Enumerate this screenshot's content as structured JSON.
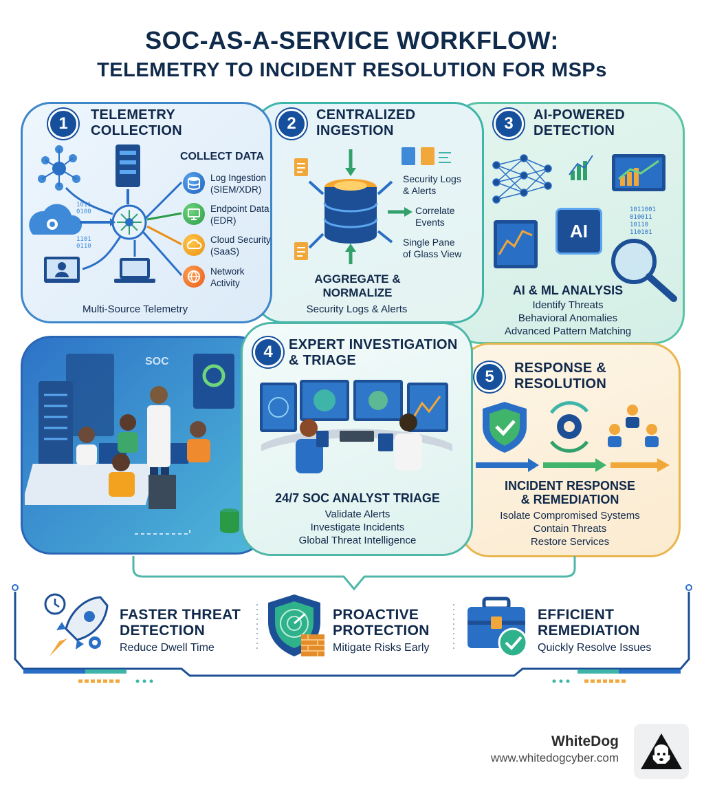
{
  "title": {
    "line1": "SOC-AS-A-SERVICE WORKFLOW:",
    "line2": "TELEMETRY TO INCIDENT RESOLUTION FOR MSPs"
  },
  "steps": [
    {
      "number": "1",
      "title_l1": "TELEMETRY",
      "title_l2": "COLLECTION",
      "heading": "COLLECT DATA",
      "items": [
        {
          "l1": "Log Ingestion",
          "l2": "(SIEM/XDR)"
        },
        {
          "l1": "Endpoint Data",
          "l2": "(EDR)"
        },
        {
          "l1": "Cloud Security",
          "l2": "(SaaS)"
        },
        {
          "l1": "Network",
          "l2": "Activity"
        }
      ],
      "caption": "Multi-Source Telemetry"
    },
    {
      "number": "2",
      "title_l1": "CENTRALIZED",
      "title_l2": "INGESTION",
      "items": [
        {
          "l1": "Security Logs",
          "l2": "& Alerts"
        },
        {
          "l1": "Correlate",
          "l2": "Events"
        },
        {
          "l1": "Single Pane",
          "l2": "of Glass View"
        }
      ],
      "heading_l1": "AGGREGATE &",
      "heading_l2": "NORMALIZE",
      "caption": "Security Logs & Alerts"
    },
    {
      "number": "3",
      "title_l1": "AI-POWERED",
      "title_l2": "DETECTION",
      "chip_label": "AI",
      "binary": "1011001\n010011\n10110\n110101",
      "heading": "AI & ML ANALYSIS",
      "lines": [
        "Identify Threats",
        "Behavioral Anomalies",
        "Advanced Pattern Matching"
      ]
    },
    {
      "number": "4",
      "title_l1": "EXPERT INVESTIGATION",
      "title_l2": "& TRIAGE",
      "scene_label": "SOC",
      "heading": "24/7 SOC ANALYST TRIAGE",
      "lines": [
        "Validate Alerts",
        "Investigate Incidents",
        "Global Threat Intelligence"
      ]
    },
    {
      "number": "5",
      "title_l1": "RESPONSE &",
      "title_l2": "RESOLUTION",
      "heading_l1": "INCIDENT RESPONSE",
      "heading_l2": "& REMEDIATION",
      "lines": [
        "Isolate Compromised Systems",
        "Contain Threats",
        "Restore Services"
      ]
    }
  ],
  "benefits": [
    {
      "title_l1": "FASTER THREAT",
      "title_l2": "DETECTION",
      "sub": "Reduce Dwell Time"
    },
    {
      "title_l1": "PROACTIVE",
      "title_l2": "PROTECTION",
      "sub": "Mitigate Risks Early"
    },
    {
      "title_l1": "EFFICIENT",
      "title_l2": "REMEDIATION",
      "sub": "Quickly Resolve Issues"
    }
  ],
  "brand": {
    "name": "WhiteDog",
    "url": "www.whitedogcyber.com"
  },
  "colors": {
    "navy": "#16509c",
    "teal": "#3fb4a8",
    "orange": "#e9b54d",
    "dark": "#10284a"
  }
}
